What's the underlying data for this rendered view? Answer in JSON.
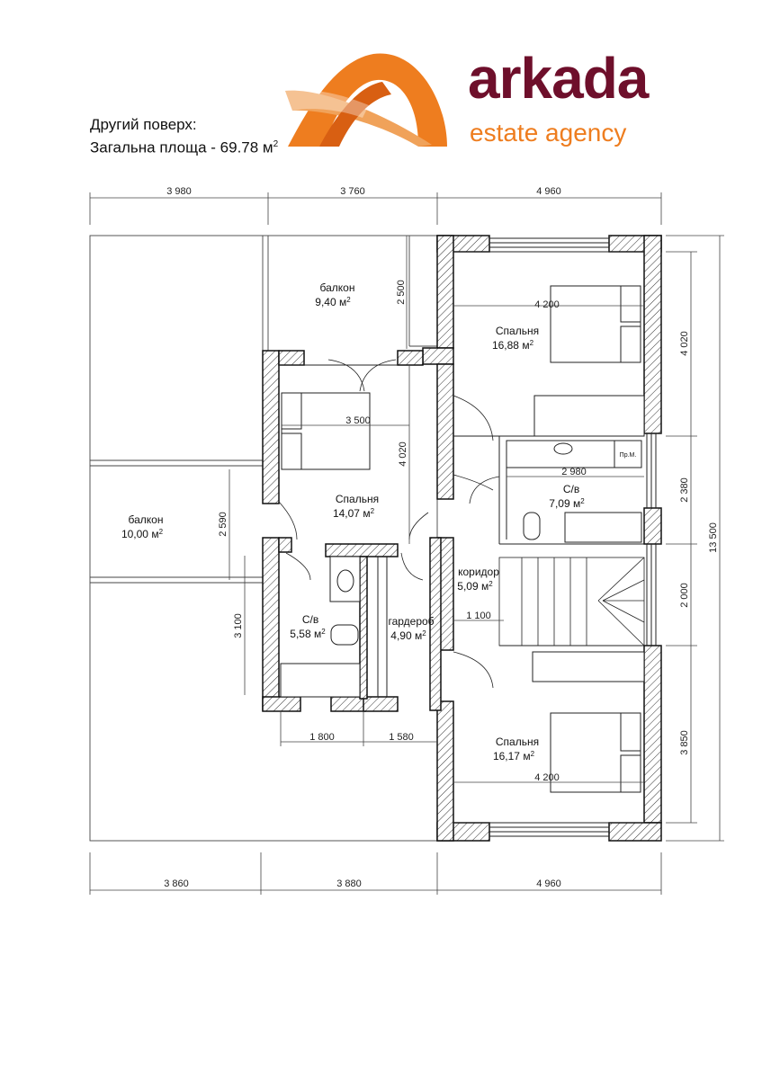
{
  "header": {
    "floor_label": "Другий поверх:",
    "area_label": "Загальна площа - 69.78 м",
    "area_sup": "2"
  },
  "brand": {
    "name": "arkada",
    "tagline": "estate agency",
    "colors": {
      "primary": "#6e0f2b",
      "accent": "#ee7d1f",
      "accent_dark": "#d85f12"
    }
  },
  "rooms": {
    "balcony_top": {
      "name": "балкон",
      "area": "9,40 м"
    },
    "bedroom_left": {
      "name": "Спальня",
      "area": "14,07 м"
    },
    "bedroom_top_right": {
      "name": "Спальня",
      "area": "16,88 м"
    },
    "bathroom_right": {
      "name": "С/в",
      "area": "7,09 м"
    },
    "balcony_left": {
      "name": "балкон",
      "area": "10,00 м"
    },
    "corridor": {
      "name": "коридор",
      "area": "5,09 м"
    },
    "bathroom_left": {
      "name": "С/в",
      "area": "5,58 м"
    },
    "wardrobe": {
      "name": "гардероб",
      "area": "4,90 м"
    },
    "bedroom_bottom_right": {
      "name": "Спальня",
      "area": "16,17 м"
    },
    "laundry_label": "Пр.М.",
    "sup": "2"
  },
  "dimensions": {
    "top": [
      "3 980",
      "3 760",
      "4 960"
    ],
    "bottom": [
      "3 860",
      "3 880",
      "4 960"
    ],
    "right_segments": [
      "4 020",
      "2 380",
      "2 000",
      "3 850"
    ],
    "right_total": "13 500",
    "balcony_top_depth": "2 500",
    "bedroom_left_depth": "4 020",
    "bedroom_left_width": "3 500",
    "balcony_left_depth": "2 590",
    "bathroom_left_depth": "3 100",
    "bathroom_left_width": "1 800",
    "wardrobe_width": "1 580",
    "corridor_width": "1 100",
    "bedroom_top_right_width": "4 200",
    "bathroom_right_width": "2 980",
    "bedroom_bottom_right_width": "4 200"
  }
}
